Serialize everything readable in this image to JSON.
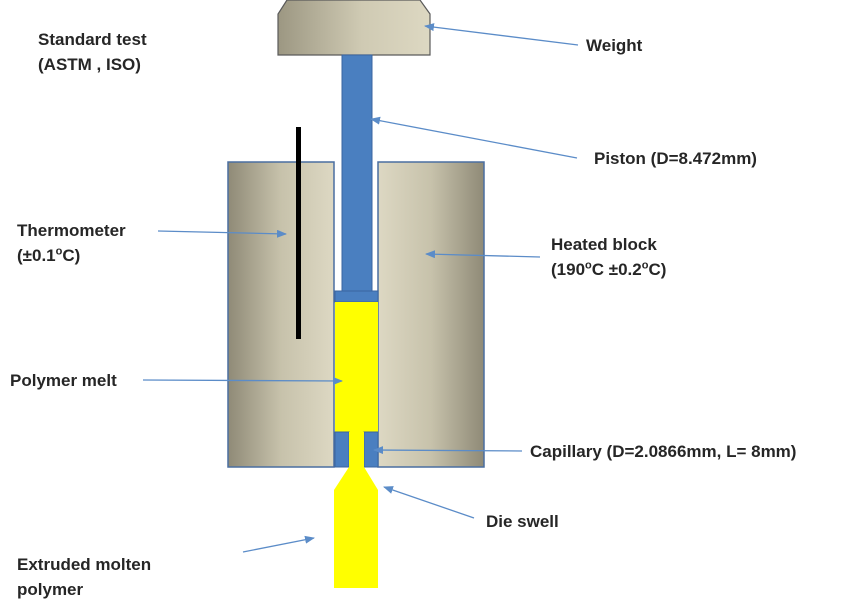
{
  "labels": {
    "standard_test_line1": "Standard test",
    "standard_test_line2": "(ASTM , ISO)",
    "weight": "Weight",
    "piston": "Piston (D=8.472mm)",
    "thermometer_line1": "Thermometer",
    "thermometer_line2_pre": "(±0.1",
    "thermometer_line2_sup": "o",
    "thermometer_line2_post": "C)",
    "heated_block_line1": "Heated block",
    "heated_block_line2_a": "(190",
    "heated_block_line2_sup1": "o",
    "heated_block_line2_b": "C ±0.2",
    "heated_block_line2_sup2": "o",
    "heated_block_line2_c": "C)",
    "polymer_melt": "Polymer melt",
    "capillary": "Capillary  (D=2.0866mm, L= 8mm)",
    "die_swell": "Die swell",
    "extruded_line1": "Extruded molten",
    "extruded_line2": "polymer"
  },
  "colors": {
    "weight_fill": "#c9c4ac",
    "block_fill": "#d2cdb8",
    "piston_blue": "#4a7fc0",
    "melt_yellow": "#ffff00",
    "thermometer": "#000000",
    "arrow": "#5b8cc8"
  }
}
